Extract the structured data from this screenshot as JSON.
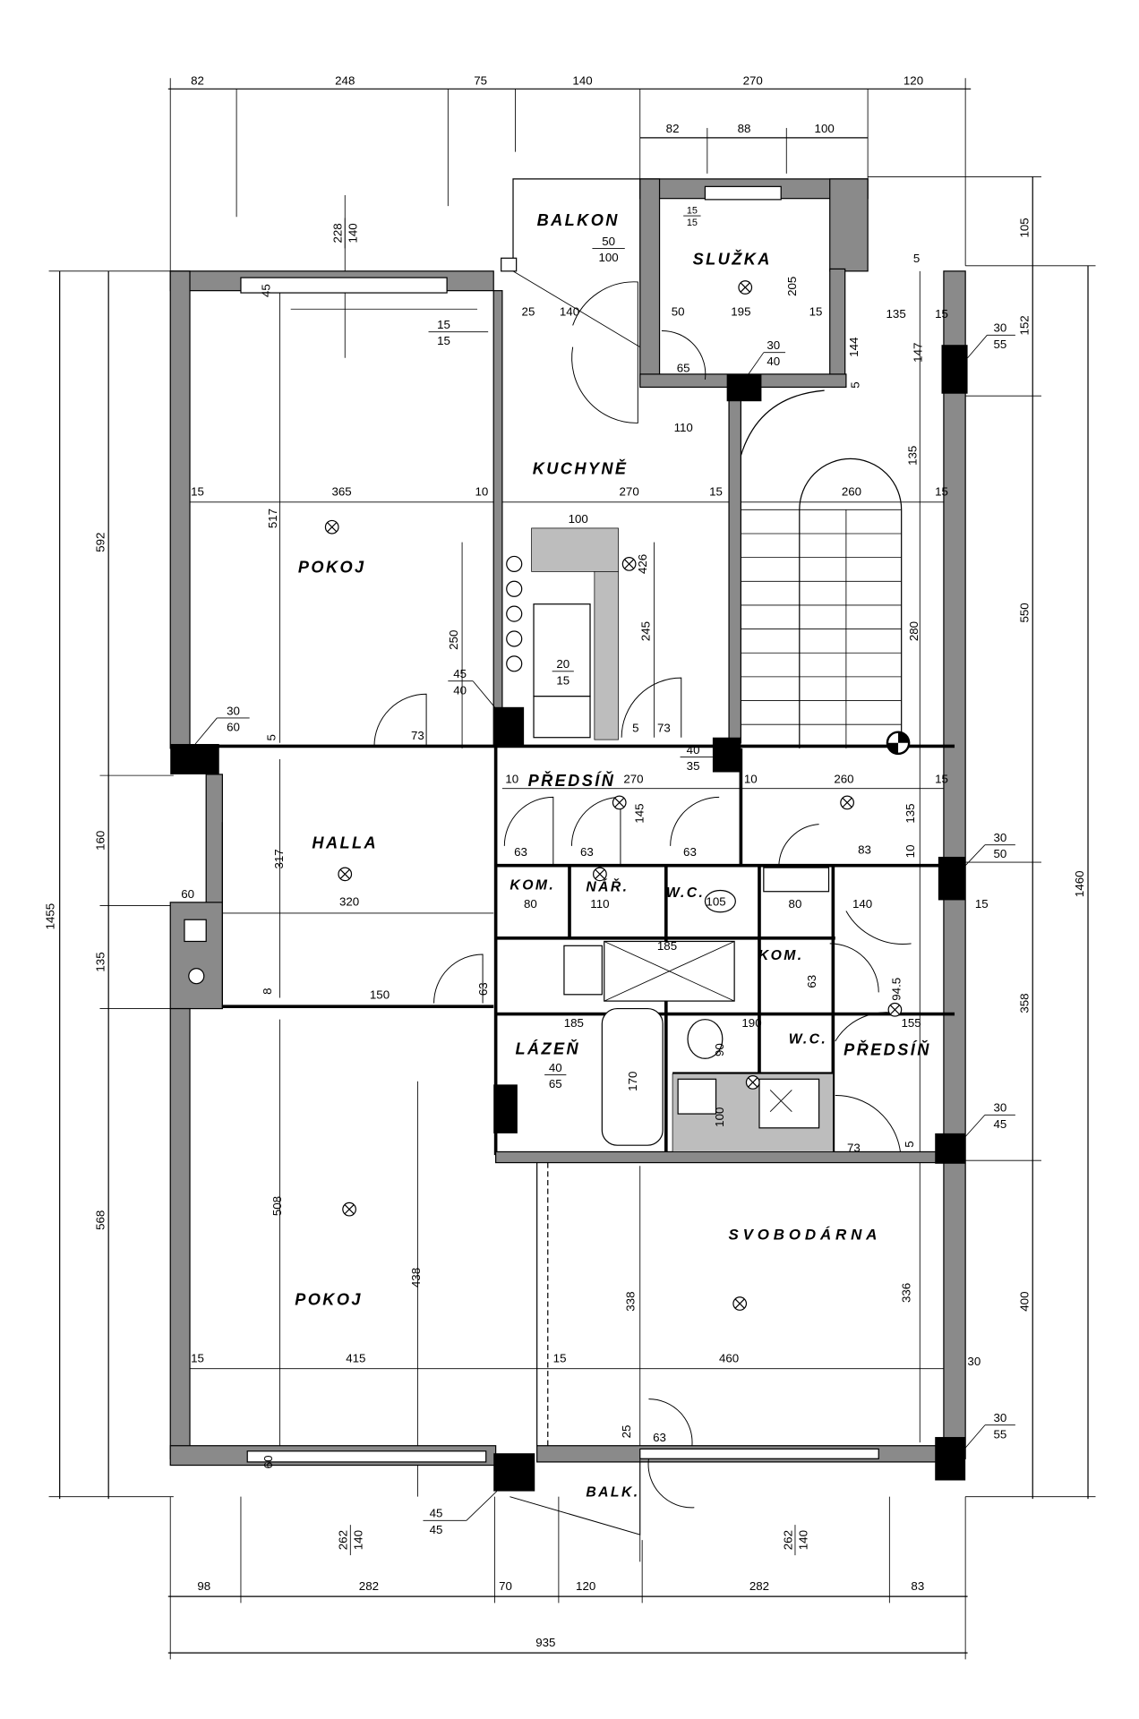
{
  "rooms": [
    "BALKON",
    "SLUŽKA",
    "KUCHYNĚ",
    "POKOJ",
    "HALLA",
    "PŘEDSÍŇ",
    "KOM.",
    "NÁŘ.",
    "W.C.",
    "KOM.",
    "LÁZEŇ",
    "W.C.",
    "PŘEDSÍŇ",
    "POKOJ",
    "SVOBODÁRNA",
    "BALK."
  ],
  "dims_top": [
    "82",
    "248",
    "75",
    "140",
    "270",
    "120"
  ],
  "dims_top2": [
    "82",
    "88",
    "100"
  ],
  "dims_bottom": [
    "98",
    "282",
    "70",
    "120",
    "282",
    "83"
  ],
  "total_width": "935",
  "dims_left": [
    "592",
    "160",
    "135",
    "568"
  ],
  "left_total": "1455",
  "dims_right": [
    "105",
    "152",
    "550",
    "358",
    "400"
  ],
  "right_total": "1460",
  "interior": [
    "365",
    "15",
    "10",
    "270",
    "15",
    "260",
    "15",
    "517",
    "250",
    "73",
    "5",
    "100",
    "245",
    "5",
    "73",
    "270",
    "10",
    "10",
    "260",
    "15",
    "145",
    "135",
    "63",
    "63",
    "63",
    "83",
    "10",
    "80",
    "110",
    "105",
    "80",
    "140",
    "15",
    "320",
    "317",
    "60",
    "150",
    "8",
    "63",
    "185",
    "63",
    "94.5",
    "185",
    "190",
    "155",
    "170",
    "90",
    "100",
    "73",
    "5",
    "508",
    "438",
    "338",
    "336",
    "415",
    "15",
    "15",
    "460",
    "30",
    "25",
    "63",
    "60",
    "45",
    "25",
    "140",
    "50",
    "195",
    "15",
    "205",
    "135",
    "15",
    "144",
    "147",
    "65",
    "110",
    "135",
    "280",
    "426",
    "5",
    "5"
  ],
  "fractions": [
    {
      "top": "228",
      "bottom": "140"
    },
    {
      "top": "15",
      "bottom": "15"
    },
    {
      "top": "50",
      "bottom": "100"
    },
    {
      "top": "15",
      "bottom": "15"
    },
    {
      "top": "30",
      "bottom": "55"
    },
    {
      "top": "30",
      "bottom": "40"
    },
    {
      "top": "45",
      "bottom": "40"
    },
    {
      "top": "30",
      "bottom": "60"
    },
    {
      "top": "20",
      "bottom": "15"
    },
    {
      "top": "40",
      "bottom": "35"
    },
    {
      "top": "30",
      "bottom": "50"
    },
    {
      "top": "40",
      "bottom": "65"
    },
    {
      "top": "30",
      "bottom": "45"
    },
    {
      "top": "30",
      "bottom": "55"
    },
    {
      "top": "45",
      "bottom": "45"
    },
    {
      "top": "262",
      "bottom": "140"
    },
    {
      "top": "262",
      "bottom": "140"
    }
  ]
}
